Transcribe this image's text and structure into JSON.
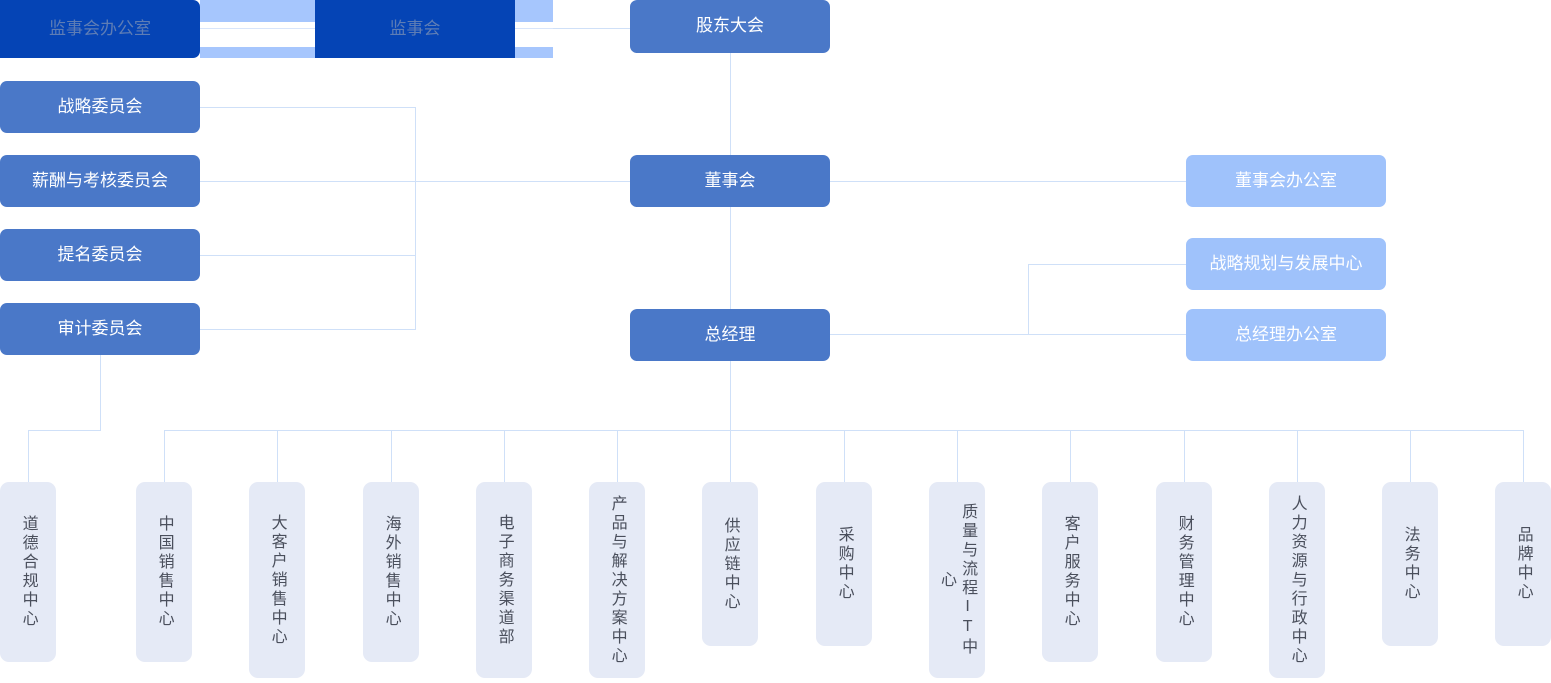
{
  "theme": {
    "background": "#ffffff",
    "line_color": "#cfe0f8",
    "level2_color": "#4a78c8",
    "selected_color": "#0544b5",
    "selected_text_color": "#5e7db5",
    "support_color": "#9fc2fb",
    "department_color": "#e5eaf6",
    "department_text_color": "#4a4f5c",
    "ribbon_color": "#a6c6fd"
  },
  "top": {
    "shareholders": "股东大会",
    "supervisory_board": "监事会",
    "supervisory_office": "监事会办公室"
  },
  "core": {
    "board": "董事会",
    "general_manager": "总经理"
  },
  "committees": [
    {
      "label": "战略委员会"
    },
    {
      "label": "薪酬与考核委员会"
    },
    {
      "label": "提名委员会"
    },
    {
      "label": "审计委员会"
    }
  ],
  "support_offices": [
    {
      "label": "董事会办公室"
    },
    {
      "label": "战略规划与发展中心"
    },
    {
      "label": "总经理办公室"
    }
  ],
  "audit_child": {
    "label": "道德合规中心"
  },
  "departments": [
    {
      "label": "中国销售中心"
    },
    {
      "label": "大客户销售中心"
    },
    {
      "label": "海外销售中心"
    },
    {
      "label": "电子商务渠道部"
    },
    {
      "label": "产品与解决方案中心"
    },
    {
      "label": "供应链中心"
    },
    {
      "label": "采购中心"
    },
    {
      "label": "质量与流程IT中心"
    },
    {
      "label": "客户服务中心"
    },
    {
      "label": "财务管理中心"
    },
    {
      "label": "人力资源与行政中心"
    },
    {
      "label": "法务中心"
    },
    {
      "label": "品牌中心"
    }
  ]
}
